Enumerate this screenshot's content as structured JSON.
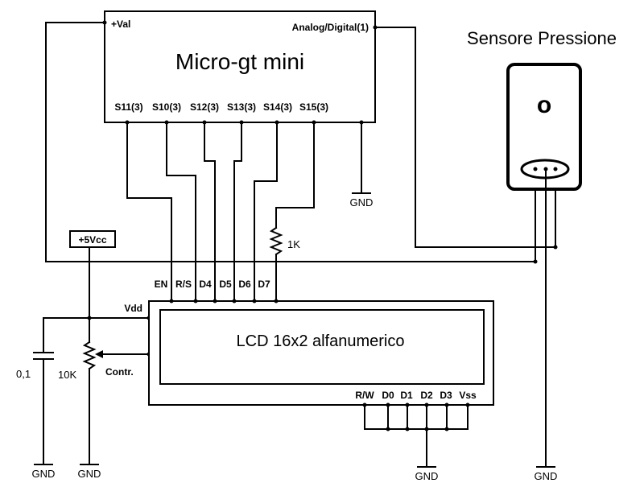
{
  "microcontroller": {
    "title": "Micro-gt mini",
    "val_pin": "+Val",
    "analog_pin": "Analog/Digital(1)",
    "pins": [
      "S11(3)",
      "S10(3)",
      "S12(3)",
      "S13(3)",
      "S14(3)",
      "S15(3)"
    ]
  },
  "sensor": {
    "title": "Sensore Pressione",
    "mark": "o"
  },
  "power": {
    "vcc_label": "+5Vcc"
  },
  "lcd": {
    "title": "LCD 16x2 alfanumerico",
    "top_pins": [
      "EN",
      "R/S",
      "D4",
      "D5",
      "D6",
      "D7"
    ],
    "bottom_pins": [
      "R/W",
      "D0",
      "D1",
      "D2",
      "D3",
      "Vss"
    ],
    "vdd_label": "Vdd",
    "contrast_label": "Contr."
  },
  "components": {
    "resistor_label": "1K",
    "capacitor_label": "0,1",
    "pot_label": "10K"
  },
  "ground": {
    "label": "GND"
  }
}
